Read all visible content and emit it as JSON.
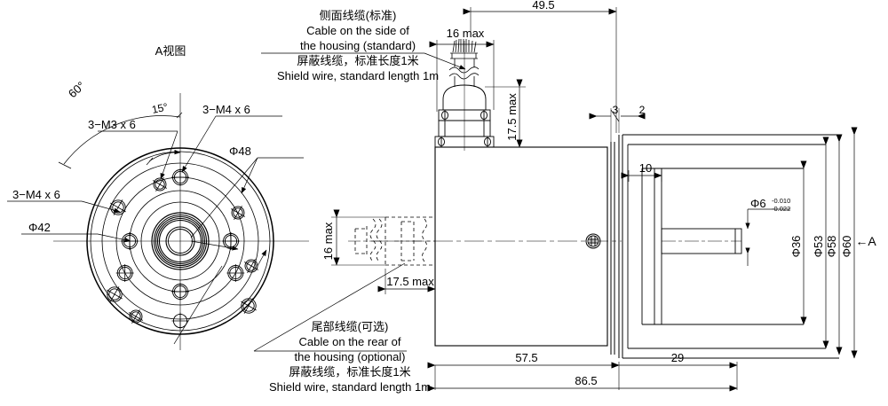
{
  "drawing": {
    "type": "engineering-drawing",
    "title_view_a": "A视图",
    "units": "mm",
    "line_color": "#000000",
    "background": "#ffffff"
  },
  "front_view": {
    "name": "A视图",
    "labels": {
      "angle_60": "60°",
      "angle_15": "15°",
      "thread_m3": "3−M3 x 6",
      "thread_m4_top": "3−M4 x 6",
      "thread_m4_left": "3−M4 x 6",
      "dia_48": "Φ48",
      "dia_42": "Φ42"
    }
  },
  "side_cable_note": {
    "line1": "侧面线缆(标准)",
    "line2": "Cable on the side of",
    "line3": "the housing (standard)",
    "line4": "屏蔽线缆，标准长度1米",
    "line5": "Shield wire, standard length 1m"
  },
  "rear_cable_note": {
    "line1": "尾部线缆(可选)",
    "line2": "Cable on the rear of",
    "line3": "the housing (optional)",
    "line4": "屏蔽线缆，标准长度1米",
    "line5": "Shield wire, standard length 1m"
  },
  "dimensions": {
    "top_overall": "49.5",
    "gland_width": "16 max",
    "gland_height": "17.5 max",
    "flange_step_3": "3",
    "flange_step_2": "2",
    "shaft_offset_10": "10",
    "rear_cable_width": "16 max",
    "rear_cable_length": "17.5 max",
    "body_length": "57.5",
    "flange_length": "29",
    "overall_length": "86.5",
    "shaft_dia": "Φ6",
    "shaft_tol_upper": "-0.010",
    "shaft_tol_lower": "-0.022",
    "dia_36": "Φ36",
    "dia_53": "Φ53",
    "dia_58": "Φ58",
    "dia_60": "Φ60",
    "view_arrow_a": "←A"
  }
}
